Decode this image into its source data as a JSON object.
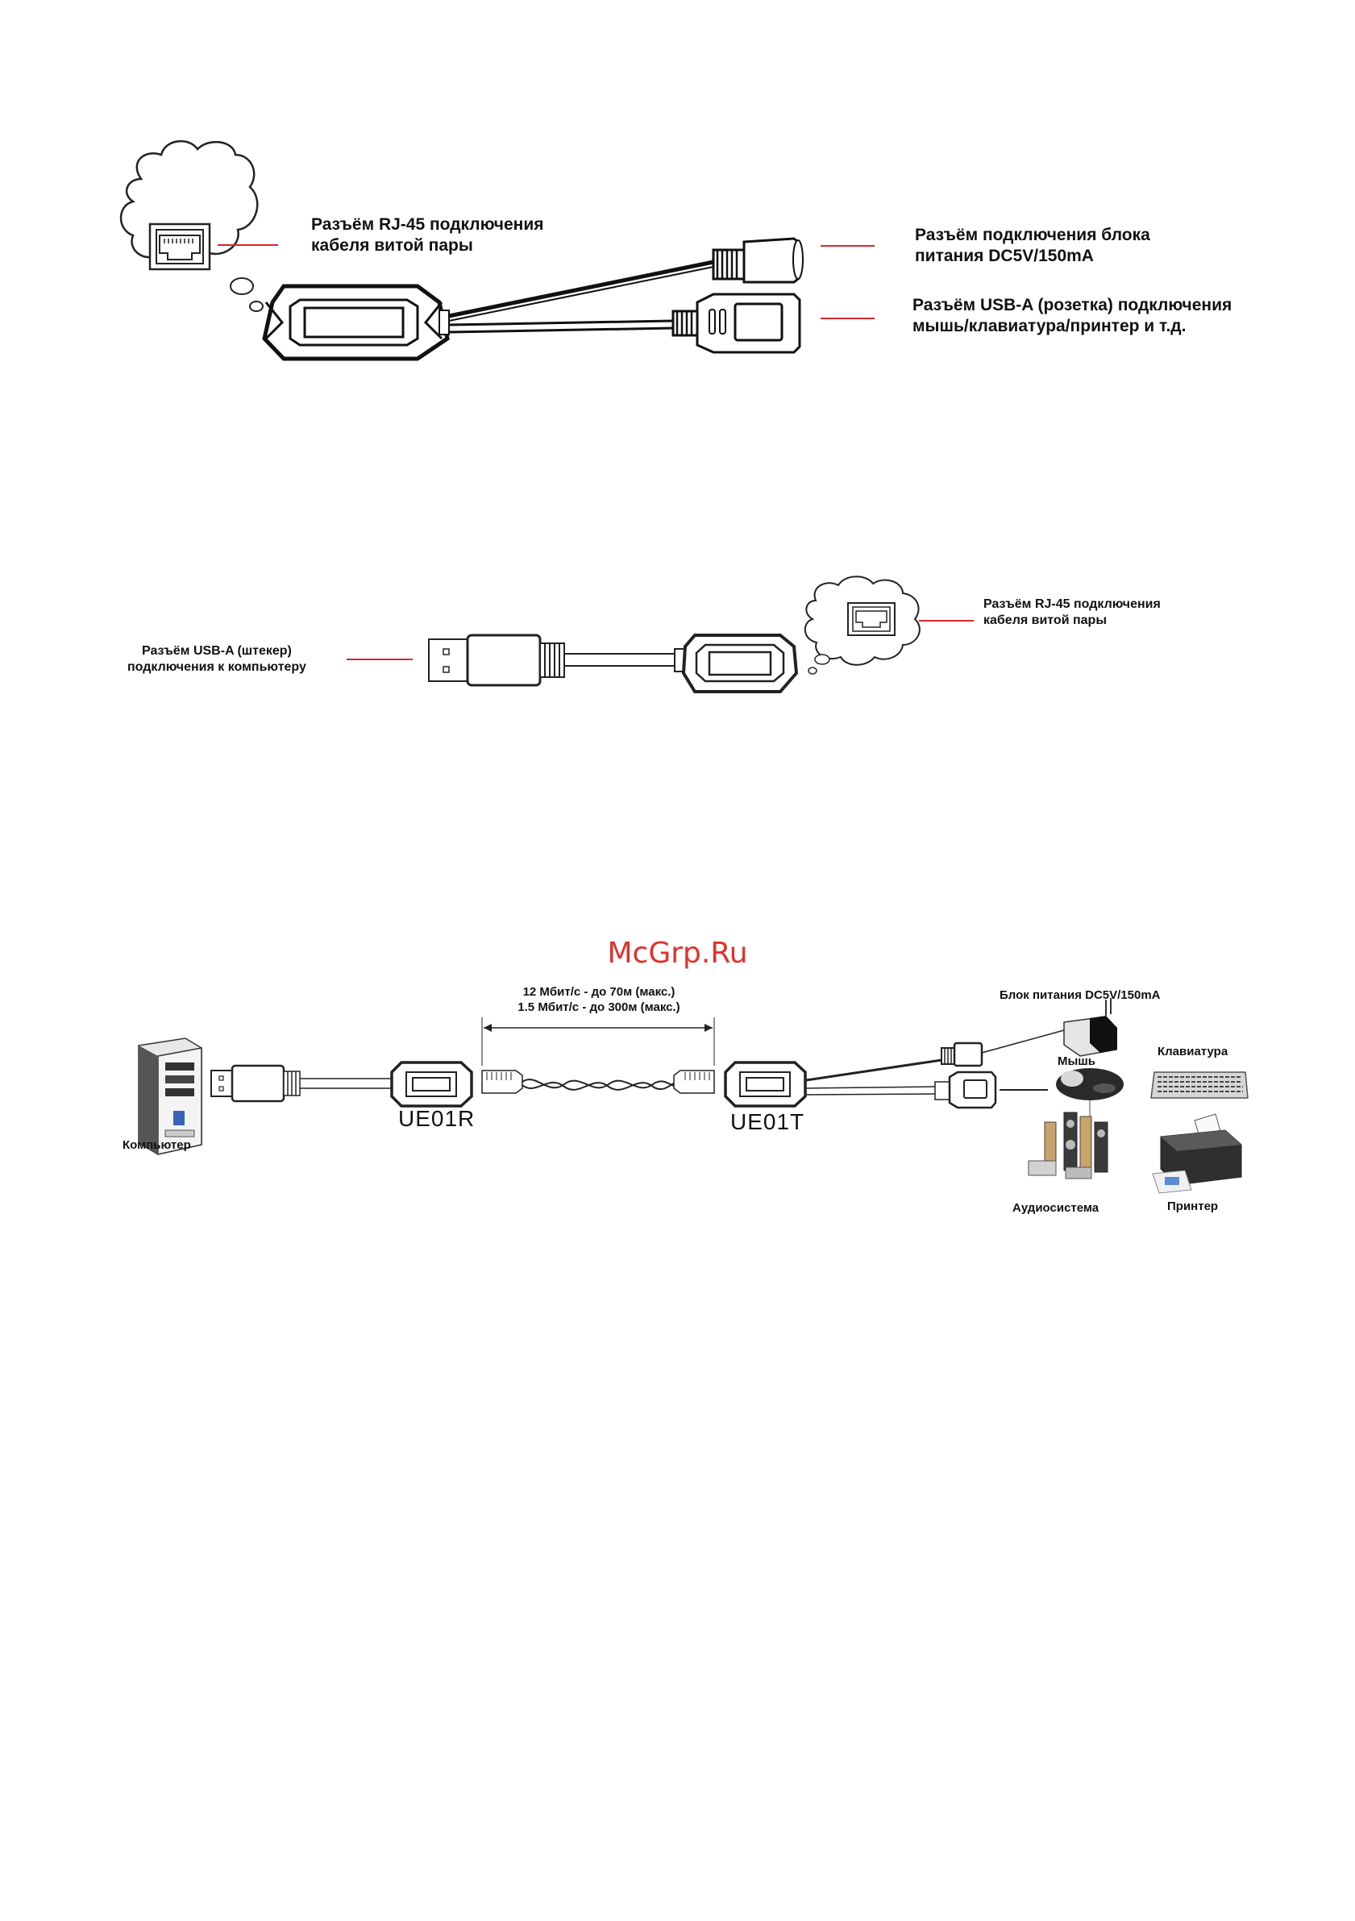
{
  "watermark": "McGrp.Ru",
  "diagram1": {
    "rj45_label_1": "Разъём RJ-45 подключения",
    "rj45_label_2": "кабеля витой пары",
    "power_label_1": "Разъём подключения блока",
    "power_label_2": "питания DC5V/150mA",
    "usb_label_1": "Разъём USB-A (розетка) подключения",
    "usb_label_2": "мышь/клавиатура/принтер и т.д."
  },
  "diagram2": {
    "usb_plug_label_1": "Разъём USB-A (штекер)",
    "usb_plug_label_2": "подключения к компьютеру",
    "rj45_label_1": "Разъём RJ-45 подключения",
    "rj45_label_2": "кабеля витой пары"
  },
  "diagram3": {
    "speed_1": "12 Мбит/с - до 70м (макс.)",
    "speed_2": "1.5 Мбит/с - до 300м (макс.)",
    "power_supply": "Блок питания DC5V/150mA",
    "computer": "Компьютер",
    "receiver": "UE01R",
    "transmitter": "UE01T",
    "keyboard": "Клавиатура",
    "mouse": "Мышь",
    "audio": "Аудиосистема",
    "printer": "Принтер"
  },
  "colors": {
    "leader_line": "#d9262c",
    "watermark": "#e0322a"
  }
}
